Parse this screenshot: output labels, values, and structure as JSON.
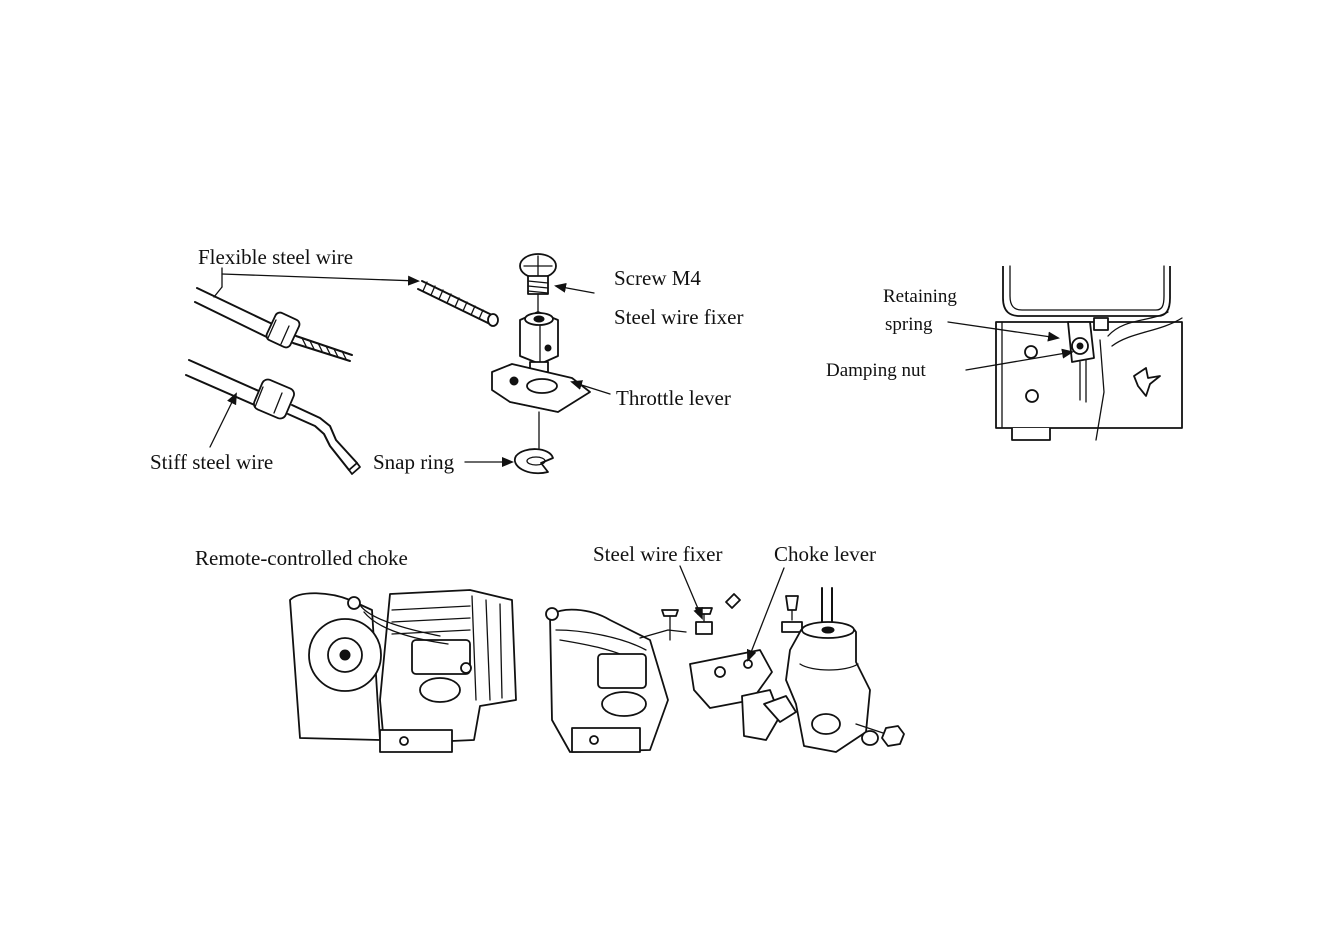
{
  "labels": {
    "flexible_steel_wire": "Flexible steel wire",
    "stiff_steel_wire": "Stiff steel wire",
    "snap_ring": "Snap ring",
    "screw_m4": "Screw  M4",
    "steel_wire_fixer_top": "Steel wire fixer",
    "throttle_lever": "Throttle lever",
    "retaining": "Retaining",
    "spring": "spring",
    "damping_nut": "Damping nut",
    "remote_controlled_choke": "Remote-controlled choke",
    "steel_wire_fixer_bottom": "Steel wire fixer",
    "choke_lever": "Choke lever"
  },
  "icons": {
    "arrow": "arrow-head-icon"
  }
}
